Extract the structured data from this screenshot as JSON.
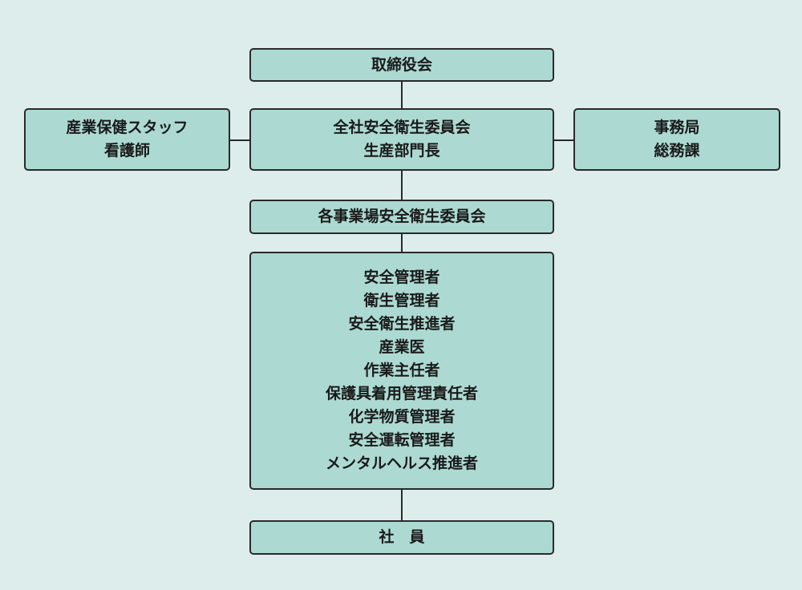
{
  "board": "取締役会",
  "committee": {
    "line1": "全社安全衛生委員会",
    "line2": "生産部門長"
  },
  "staff": {
    "line1": "産業保健スタッフ",
    "line2": "看護師"
  },
  "secretariat": {
    "line1": "事務局",
    "line2": "総務課"
  },
  "site_committee": "各事業場安全衛生委員会",
  "roles": [
    "安全管理者",
    "衛生管理者",
    "安全衛生推進者",
    "産業医",
    "作業主任者",
    "保護具着用管理責任者",
    "化学物質管理者",
    "安全運転管理者",
    "メンタルヘルス推進者"
  ],
  "employees": "社　員"
}
